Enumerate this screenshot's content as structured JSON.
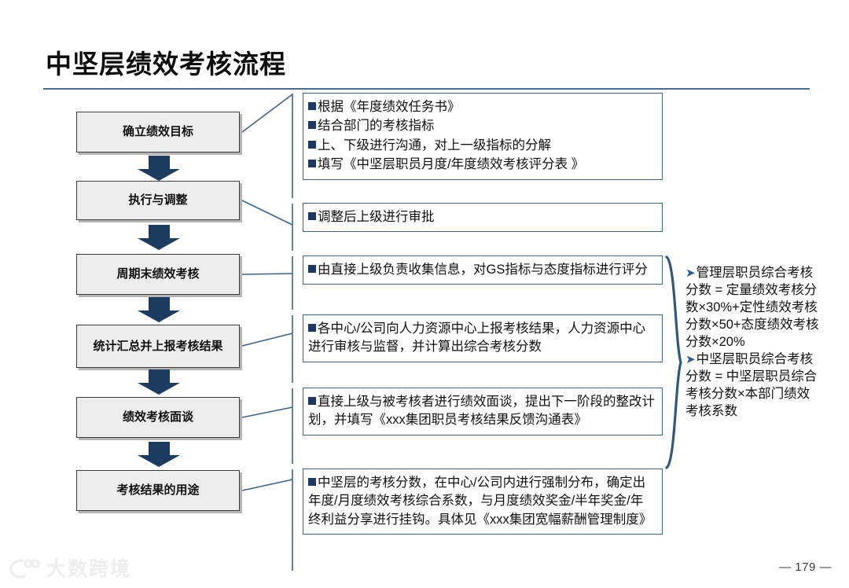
{
  "slide": {
    "title": "中坚层绩效考核流程",
    "page_number": "— 179 —"
  },
  "watermark": {
    "text": "大数跨境",
    "logo_icon": "dashu-logo-icon"
  },
  "flow": {
    "steps": [
      {
        "label": "确立绩效目标"
      },
      {
        "label": "执行与调整"
      },
      {
        "label": "周期末绩效考核"
      },
      {
        "label": "统计汇总并上报考核结果"
      },
      {
        "label": "绩效考核面谈"
      },
      {
        "label": "考核结果的用途"
      }
    ],
    "arrow_icon": "down-block-arrow-icon",
    "arrow_color": "#1b3b61",
    "box_fill": "#ededed",
    "box_border": "#3b3b3b"
  },
  "details": {
    "bullet_icon": "square-bullet-icon",
    "bullet_color": "#1f3864",
    "border_color": "#3c6491",
    "panels": [
      {
        "items": [
          "根据《年度绩效任务书》",
          "结合部门的考核指标",
          "上、下级进行沟通，对上一级指标的分解",
          "填写《中坚层职员月度/年度绩效考核评分表 》"
        ]
      },
      {
        "items": [
          "调整后上级进行审批"
        ]
      },
      {
        "items": [
          "由直接上级负责收集信息，对GS指标与态度指标进行评分"
        ]
      },
      {
        "items": [
          "各中心/公司向人力资源中心上报考核结果，人力资源中心进行审核与监督，并计算出综合考核分数"
        ]
      },
      {
        "items": [
          "直接上级与被考核者进行绩效面谈，提出下一阶段的整改计划，并填写《xxx集团职员考核结果反馈沟通表》"
        ]
      },
      {
        "items": [
          "中坚层的考核分数，在中心/公司内进行强制分布，确定出年度/月度绩效考核综合系数，与月度绩效奖金/半年奖金/年终利益分享进行挂钩。具体见《xxx集团宽幅薪酬管理制度》"
        ]
      }
    ]
  },
  "notes": {
    "brace_icon": "right-curly-brace-icon",
    "marker_icon": "arrowhead-bullet-icon",
    "items": [
      "管理层职员综合考核分数 = 定量绩效考核分数×30%+定性绩效考核分数×50+态度绩效考核分数×20%",
      "中坚层职员综合考核分数 = 中坚层职员综合考核分数×本部门绩效考核系数"
    ]
  }
}
